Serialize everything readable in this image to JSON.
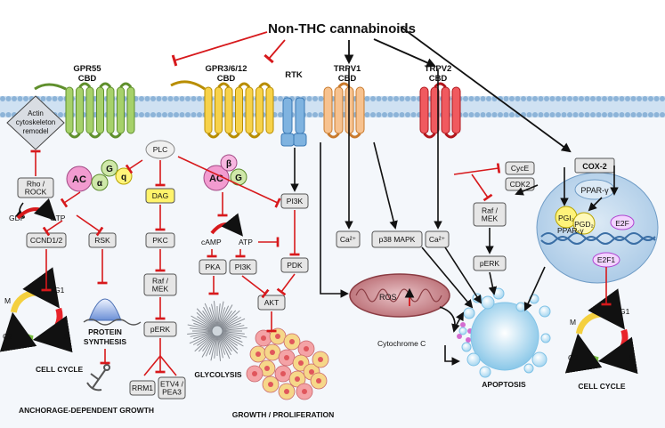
{
  "title": "Non-THC cannabinoids",
  "receptors": {
    "gpr55": {
      "name": "GPR55",
      "ligand": "CBD"
    },
    "gpr3612": {
      "name": "GPR3/6/12",
      "ligand": "CBD"
    },
    "rtk": {
      "name": "RTK"
    },
    "trpv1": {
      "name": "TRPV1",
      "ligand": "CBD"
    },
    "trpv2": {
      "name": "TRPV2",
      "ligand": "CBD"
    }
  },
  "nodes": {
    "actin": [
      "Actin",
      "cytoskeleton",
      "remodel"
    ],
    "rho_rock": [
      "Rho /",
      "ROCK"
    ],
    "gdp": "GDP",
    "gtp": "GTP",
    "ccnd": "CCND1/2",
    "rsk": "RSK",
    "plc": "PLC",
    "dag": "DAG",
    "pkc": "PKC",
    "raf_mek_left": [
      "Raf /",
      "MEK"
    ],
    "perk_left": "pERK",
    "rrm1": "RRM1",
    "etv4": [
      "ETV4 /",
      "PEA3"
    ],
    "ac_left": "AC",
    "alpha": "α",
    "g_left": "G",
    "q": "q",
    "beta": "β",
    "ac_mid": "AC",
    "g_mid": "G",
    "camp": "cAMP",
    "atp": "ATP",
    "pka": "PKA",
    "pi3k_mid": "PI3K",
    "pi3k_rtk": "PI3K",
    "pdk": "PDK",
    "akt": "AKT",
    "ca_1": "Ca²⁺",
    "p38": "p38 MAPK",
    "ca_2": "Ca²⁺",
    "cyce": "CycE",
    "cdk2": "CDK2",
    "raf_mek_right": [
      "Raf /",
      "MEK"
    ],
    "perk_right": "pERK",
    "cox2": "COX-2",
    "ppar": "PPAR-γ",
    "pgi2": "PGI₂",
    "pgd2": "PGD₂",
    "ppar_nuc": "PPAR-γ",
    "e2f": "E2F",
    "e2f1": "E2F1",
    "ros": "ROS",
    "cytc": "Cytochrome C"
  },
  "outcomes": {
    "cell_cycle_left": "CELL CYCLE",
    "protein_synthesis": [
      "PROTEIN",
      "SYNTHESIS"
    ],
    "anchorage": "ANCHORAGE-DEPENDENT GROWTH",
    "glycolysis": "GLYCOLYSIS",
    "growth": "GROWTH / PROLIFERATION",
    "apoptosis": "APOPTOSIS",
    "cell_cycle_right": "CELL CYCLE"
  },
  "cycle_phases": {
    "g1": "G1",
    "s": "S",
    "g2": "G2",
    "m": "M"
  },
  "colors": {
    "membrane": "#bcd6ee",
    "gpr55": "#8dc63f",
    "gpr3612": "#f5c518",
    "rtk": "#5b9bd5",
    "trpv1": "#f5b26b",
    "trpv2": "#e8232a",
    "inhibit": "#d7191c",
    "node_fill": "#e6e6e6",
    "dag_fill": "#fff36b",
    "ac_fill": "#f29bd0",
    "nucleus": "#b7d3ea"
  }
}
